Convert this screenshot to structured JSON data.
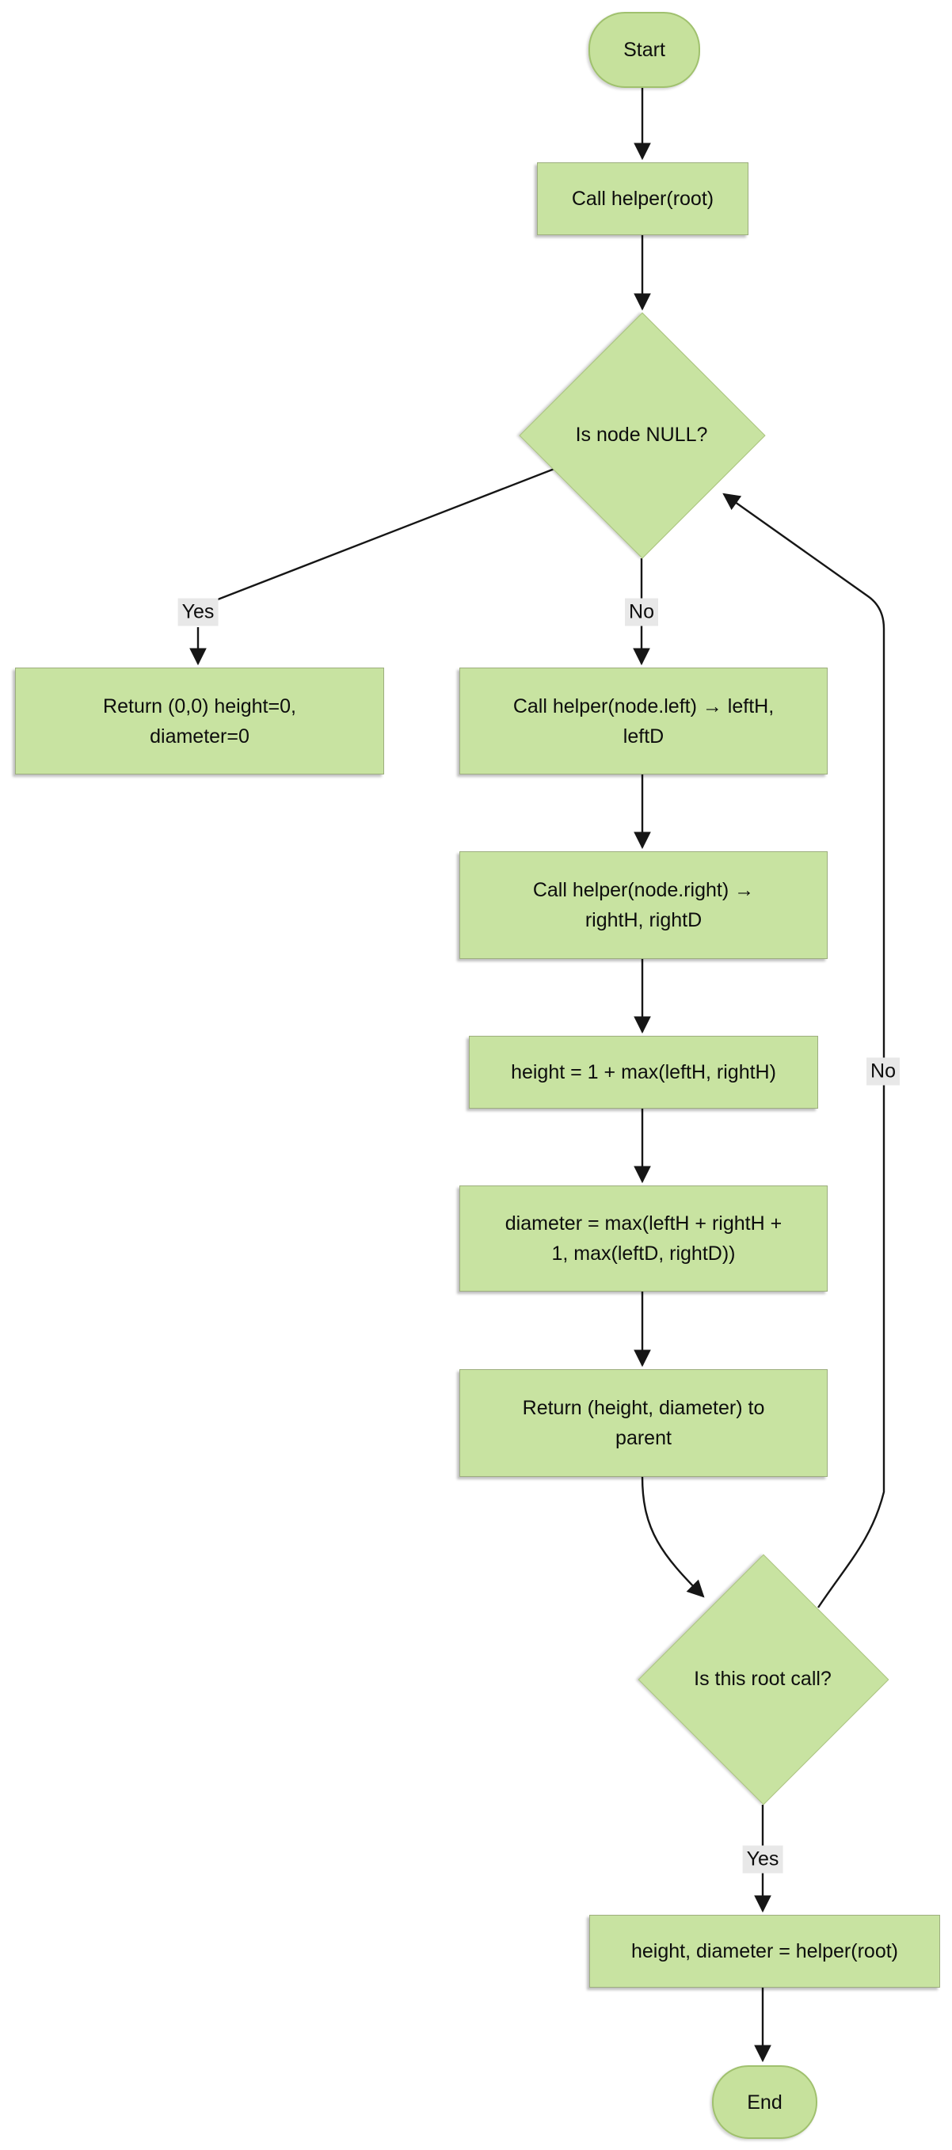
{
  "colors": {
    "background": "#ffffff",
    "node_fill": "#c8e3a1",
    "node_border": "#9dae7e",
    "terminal_fill": "#c6e19c",
    "terminal_border": "#a0c16e",
    "diamond_border": "#abc480",
    "edge": "#161616",
    "edge_label_bg": "#e8e8e8",
    "text": "#0d0d0d"
  },
  "nodes": {
    "start": {
      "type": "terminal",
      "label": "Start"
    },
    "call_helper_root": {
      "type": "process",
      "label": "Call helper(root)"
    },
    "is_node_null": {
      "type": "decision",
      "label": "Is node NULL?"
    },
    "return_zero": {
      "type": "process",
      "label": "Return (0,0) height=0,\ndiameter=0"
    },
    "call_helper_left": {
      "type": "process",
      "label": "Call helper(node.left) → leftH,\nleftD"
    },
    "call_helper_right": {
      "type": "process",
      "label": "Call helper(node.right) →\nrightH, rightD"
    },
    "compute_height": {
      "type": "process",
      "label": "height = 1 + max(leftH, rightH)"
    },
    "compute_diameter": {
      "type": "process",
      "label": "diameter = max(leftH + rightH +\n1, max(leftD, rightD))"
    },
    "return_to_parent": {
      "type": "process",
      "label": "Return (height, diameter) to\nparent"
    },
    "is_root_call": {
      "type": "decision",
      "label": "Is this root call?"
    },
    "assign_result": {
      "type": "process",
      "label": "height, diameter = helper(root)"
    },
    "end": {
      "type": "terminal",
      "label": "End"
    }
  },
  "edge_labels": {
    "null_yes": "Yes",
    "null_no": "No",
    "root_no": "No",
    "root_yes": "Yes"
  }
}
